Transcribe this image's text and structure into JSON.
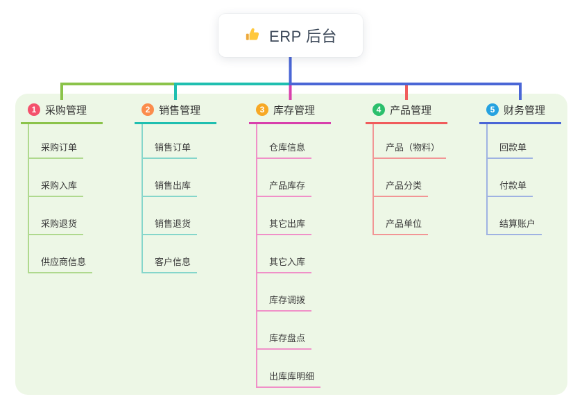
{
  "root": {
    "label": "ERP 后台",
    "icon": "thumbs-up-icon"
  },
  "connector_color": "#4A66D6",
  "container_bg": "#EDF7E6",
  "canvas_bg": "#FFFFFF",
  "branches": [
    {
      "index": "1",
      "title": "采购管理",
      "badge_color": "#F4516C",
      "line_color": "#8BC34A",
      "child_line_color": "#AFD98E",
      "children": [
        "采购订单",
        "采购入库",
        "采购退货",
        "供应商信息"
      ]
    },
    {
      "index": "2",
      "title": "销售管理",
      "badge_color": "#FB8C4C",
      "line_color": "#1FBFB0",
      "child_line_color": "#85D6CB",
      "children": [
        "销售订单",
        "销售出库",
        "销售退货",
        "客户信息"
      ]
    },
    {
      "index": "3",
      "title": "库存管理",
      "badge_color": "#F7A825",
      "line_color": "#D840AC",
      "child_line_color": "#F090C8",
      "children": [
        "仓库信息",
        "产品库存",
        "其它出库",
        "其它入库",
        "库存调拨",
        "库存盘点",
        "出库库明细"
      ]
    },
    {
      "index": "4",
      "title": "产品管理",
      "badge_color": "#2BBF6C",
      "line_color": "#F05C5C",
      "child_line_color": "#F29595",
      "children": [
        "产品（物料）",
        "产品分类",
        "产品单位"
      ]
    },
    {
      "index": "5",
      "title": "财务管理",
      "badge_color": "#26A2E0",
      "line_color": "#4A66D6",
      "child_line_color": "#9FB2E2",
      "children": [
        "回款单",
        "付款单",
        "结算账户"
      ]
    }
  ]
}
